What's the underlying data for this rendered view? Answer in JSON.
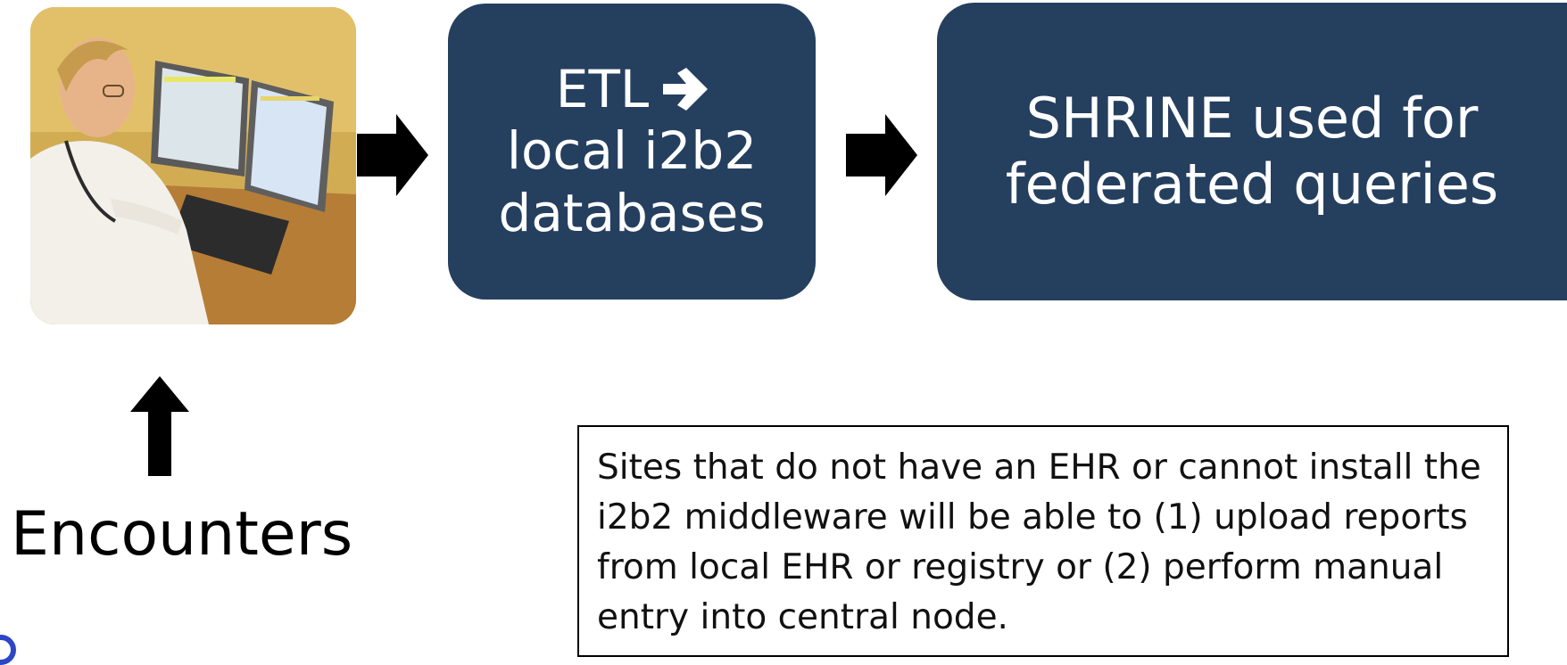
{
  "flow": {
    "box1": {
      "line1": "ETL",
      "line2": "local i2b2",
      "line3": "databases"
    },
    "box2": {
      "line1": "SHRINE used for",
      "line2": "federated queries"
    },
    "source_label": "Encounters"
  },
  "note": {
    "text": "Sites that do not have an EHR or cannot install the i2b2 middleware will be able to (1) upload reports from local EHR or registry or (2) perform manual entry into central node."
  },
  "colors": {
    "box_fill": "#253f5f",
    "box_text": "#ffffff",
    "arrow": "#000000"
  },
  "icons": {
    "flow_arrow": "right-arrow-icon",
    "etl_arrow": "bold-right-arrow-icon",
    "up_arrow": "up-arrow-icon"
  }
}
